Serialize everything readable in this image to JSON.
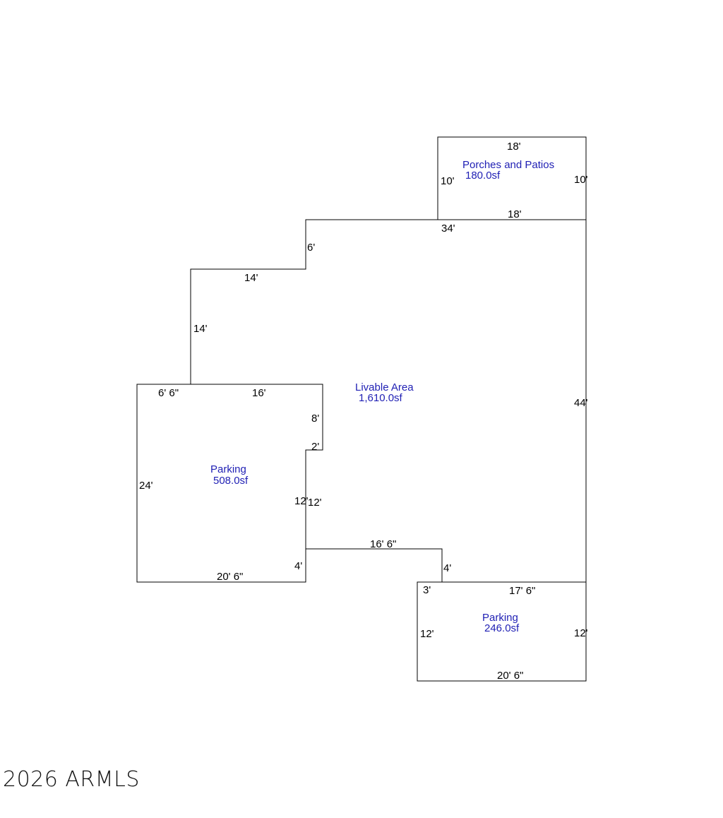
{
  "colors": {
    "line": "#000000",
    "dimension_text": "#000000",
    "area_text": "#1f1fb4"
  },
  "areas": {
    "porches": {
      "name": "Porches and Patios",
      "size": "180.0sf"
    },
    "livable": {
      "name": "Livable Area",
      "size": "1,610.0sf"
    },
    "parking_left": {
      "name": "Parking",
      "size": "508.0sf"
    },
    "parking_right": {
      "name": "Parking",
      "size": "246.0sf"
    }
  },
  "dimensions": {
    "porch_top": "18'",
    "porch_left": "10'",
    "porch_right": "10'",
    "porch_bottom": "18'",
    "livable_top": "34'",
    "livable_step_vertical": "6'",
    "livable_step_horizontal": "14'",
    "livable_left_wall": "14'",
    "livable_right_wall": "44'",
    "livable_notch_vertical": "8'",
    "livable_notch_horizontal": "2'",
    "livable_inner_wall": "12'",
    "livable_bottom": "16' 6\"",
    "livable_bottom_step": "4'",
    "parking_left_top_short": "6' 6\"",
    "parking_left_top": "16'",
    "parking_left_side": "24'",
    "parking_left_inner": "12'",
    "parking_left_corner": "4'",
    "parking_left_bottom": "20' 6\"",
    "parking_right_corner": "3'",
    "parking_right_top": "17' 6\"",
    "parking_right_left": "12'",
    "parking_right_right": "12'",
    "parking_right_bottom": "20' 6\""
  },
  "footer": {
    "copyright": "2026 ARMLS"
  }
}
